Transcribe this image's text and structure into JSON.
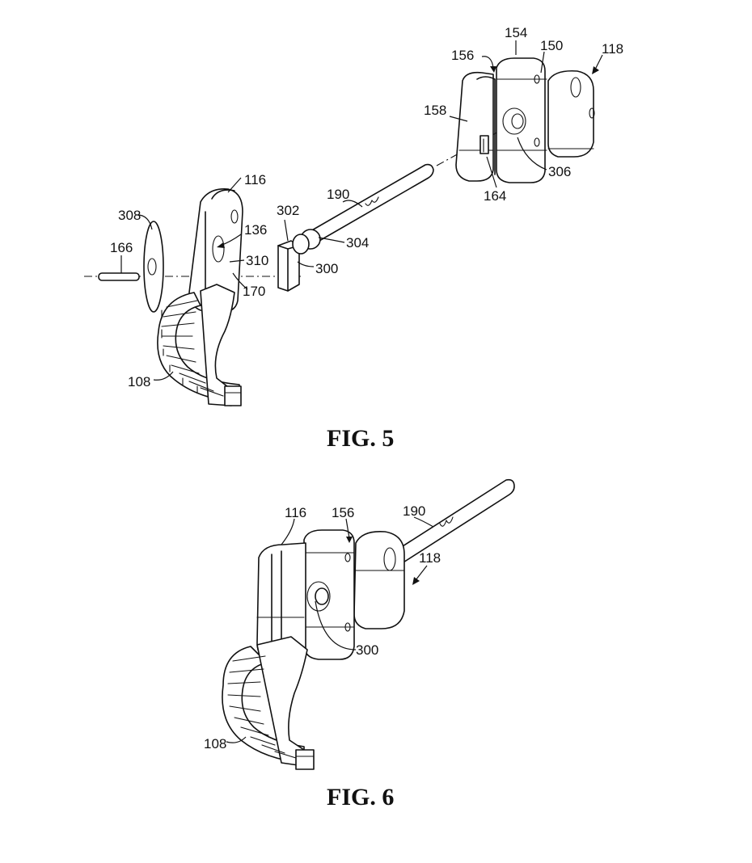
{
  "fig5": {
    "caption": "FIG. 5",
    "refs": {
      "r118": "118",
      "r154": "154",
      "r150": "150",
      "r156": "156",
      "r158": "158",
      "r306": "306",
      "r164": "164",
      "r190": "190",
      "r116": "116",
      "r302": "302",
      "r304": "304",
      "r300": "300",
      "r308": "308",
      "r136": "136",
      "r166": "166",
      "r310": "310",
      "r170": "170",
      "r108": "108"
    }
  },
  "fig6": {
    "caption": "FIG. 6",
    "refs": {
      "r116": "116",
      "r156": "156",
      "r190": "190",
      "r118": "118",
      "r300": "300",
      "r108": "108"
    }
  }
}
